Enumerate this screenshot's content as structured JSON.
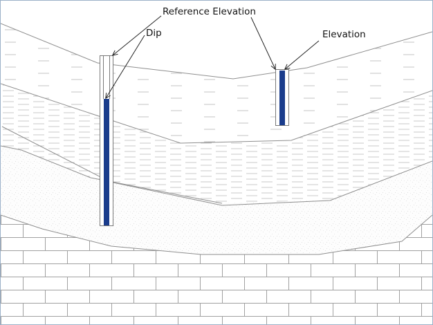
{
  "labels": {
    "reference_elevation": "Reference Elevation",
    "dip": "Dip",
    "elevation": "Elevation"
  },
  "colors": {
    "water": "#1a3c8c",
    "frame_border": "#9ab0c8",
    "layer_line": "#8c8c8c",
    "dash": "#c8c8c8",
    "brick_line": "#9a9a9a"
  }
}
